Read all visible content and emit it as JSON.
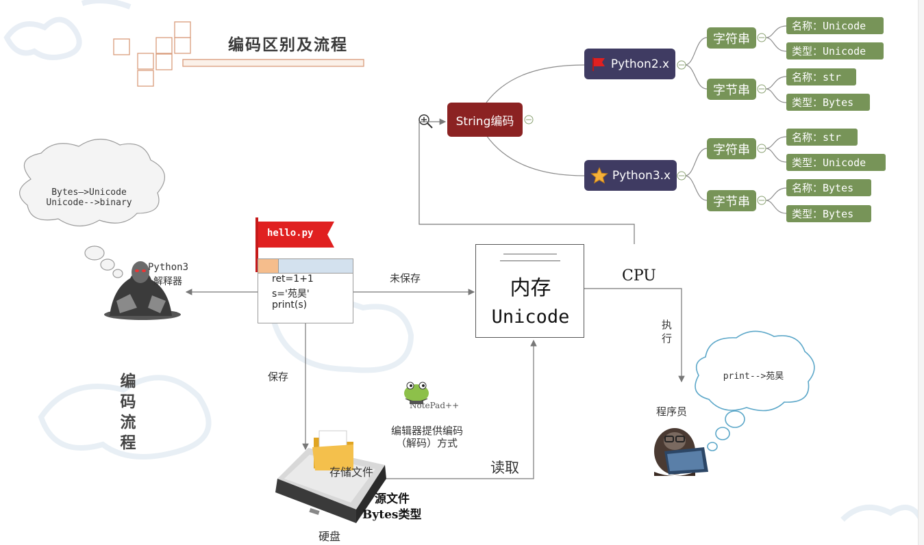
{
  "title": "编码区别及流程",
  "mindmap": {
    "root": "String编码",
    "python2": {
      "label": "Python2.x",
      "icon": "red-flag-icon",
      "str_category": "字符串",
      "str_name": "名称：Unicode",
      "str_type": "类型：Unicode",
      "bytes_category": "字节串",
      "bytes_name": "名称：str",
      "bytes_type": "类型：Bytes"
    },
    "python3": {
      "label": "Python3.x",
      "icon": "star-icon",
      "str_category": "字符串",
      "str_name": "名称：str",
      "str_type": "类型：Unicode",
      "bytes_category": "字节串",
      "bytes_name": "名称：Bytes",
      "bytes_type": "类型：Bytes"
    }
  },
  "cloud_interpreter": {
    "line1": "Bytes—>Unicode",
    "line2": "Unicode-->binary"
  },
  "interpreter": {
    "line1": "Python3",
    "line2": "解释器"
  },
  "file": {
    "flag_label": "hello.py",
    "code_lines": [
      "ret=1+1",
      "s='苑昊'",
      "print(s)"
    ]
  },
  "labels": {
    "not_saved": "未保存",
    "save": "保存",
    "read": "读取",
    "cpu": "CPU",
    "execute_1": "执",
    "execute_2": "行",
    "storage": "存储文件",
    "source_file": "源文件",
    "bytes_type": "Bytes类型",
    "hard_disk": "硬盘",
    "notepad": "NotePad++",
    "editor_1": "编辑器提供编码",
    "editor_2": "（解码）方式",
    "programmer": "程序员"
  },
  "memory": {
    "title": "内存",
    "encoding": "Unicode"
  },
  "cloud_programmer": {
    "text": "print-->苑昊"
  },
  "side_title": [
    "编",
    "码",
    "流",
    "程"
  ],
  "colors": {
    "root": "#8b2222",
    "python_node": "#3f3b62",
    "category": "#779458",
    "flag": "#e02020",
    "cloud_stroke_blue": "#5aa6c8",
    "cloud_stroke_gray": "#9a9a9a"
  }
}
